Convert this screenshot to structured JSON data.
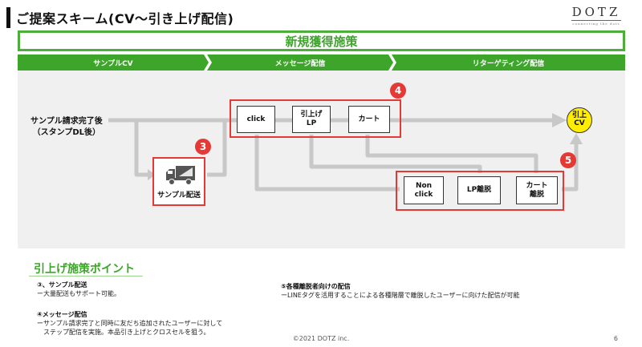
{
  "header": {
    "title": "ご提案スキーム(CV〜引き上げ配信)",
    "logo_text": "DOTZ",
    "logo_sub": "connecting the dots"
  },
  "banner": {
    "label": "新規獲得施策"
  },
  "stages": [
    {
      "label": "サンプルCV"
    },
    {
      "label": "メッセージ配信"
    },
    {
      "label": "リターゲティング配信"
    }
  ],
  "flow": {
    "start_label_line1": "サンプル請求完了後",
    "start_label_line2": "（スタンプDL後）",
    "nodes": {
      "click": "click",
      "lp_line1": "引上げ",
      "lp_line2": "LP",
      "cart": "カート",
      "non_click_line1": "Non",
      "non_click_line2": "click",
      "lp_exit": "LP離脱",
      "cart_exit_line1": "カート",
      "cart_exit_line2": "離脱"
    },
    "cv_line1": "引上",
    "cv_line2": "CV",
    "sample_delivery": "サンプル配送",
    "truck_icon": "truck-icon",
    "badges": {
      "b3": "3",
      "b4": "4",
      "b5": "5"
    },
    "colors": {
      "accent_green": "#3ea52b",
      "alert_red": "#e53935",
      "cv_yellow": "#ffee00"
    }
  },
  "points": {
    "title": "引上げ施策ポイント",
    "item3_heading": "③、サンプル配送",
    "item3_text": "ー大量配送もサポート可能。",
    "item4_heading": "④メッセージ配信",
    "item4_line1": "ーサンプル請求完了と同時に友だち追加されたユーザーに対して",
    "item4_line2": "ステップ配信を実施。本品引き上げとクロスセルを狙う。",
    "item5_heading": "⑤各種離脱者向けの配信",
    "item5_text": "ーLINEタグを活用することによる各種階層で離脱したユーザーに向けた配信が可能"
  },
  "footer": {
    "copyright": "©2021 DOTZ inc.",
    "page_number": "6"
  }
}
